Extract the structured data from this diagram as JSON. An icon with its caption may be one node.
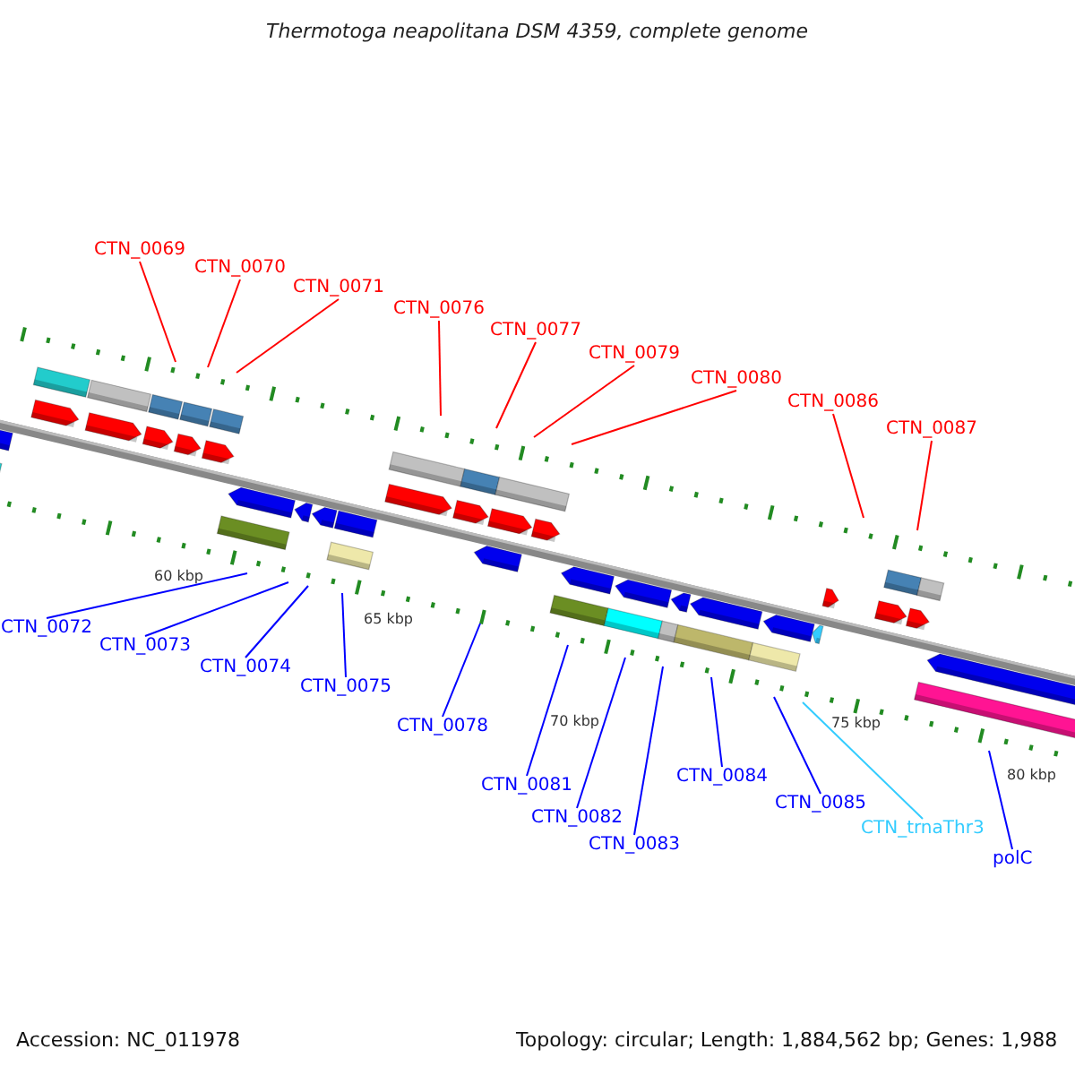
{
  "diagram": {
    "title": "Thermotoga neapolitana DSM 4359, complete genome",
    "nodes": [
      {
        "text": [
          "CTN_0069"
        ]
      },
      {
        "text": [
          "CTN_0070"
        ]
      },
      {
        "text": [
          "CTN_0071"
        ]
      },
      {
        "text": [
          "CTN_0076"
        ]
      },
      {
        "text": [
          "CTN_0077"
        ]
      },
      {
        "text": [
          "CTN_0079"
        ]
      },
      {
        "text": [
          "CTN_0080"
        ]
      },
      {
        "text": [
          "CTN_0086"
        ]
      },
      {
        "text": [
          "CTN_0087"
        ]
      },
      {
        "text": [
          "CTN_0072"
        ]
      },
      {
        "text": [
          "CTN_0073"
        ]
      },
      {
        "text": [
          "CTN_0074"
        ]
      },
      {
        "text": [
          "CTN_0075"
        ]
      },
      {
        "text": [
          "CTN_0078"
        ]
      },
      {
        "text": [
          "CTN_0081"
        ]
      },
      {
        "text": [
          "CTN_0082"
        ]
      },
      {
        "text": [
          "CTN_0083"
        ]
      },
      {
        "text": [
          "CTN_0084"
        ]
      },
      {
        "text": [
          "CTN_0085"
        ]
      },
      {
        "text": [
          "CTN_trnaThr3"
        ]
      },
      {
        "text": [
          "polC"
        ]
      }
    ],
    "edges": [
      {
        "from": 0,
        "to": null,
        "arrow": "none",
        "color": "#ff0000"
      },
      {
        "from": 1,
        "to": null,
        "arrow": "none",
        "color": "#ff0000"
      },
      {
        "from": 2,
        "to": null,
        "arrow": "none",
        "color": "#ff0000"
      },
      {
        "from": 3,
        "to": null,
        "arrow": "none",
        "color": "#ff0000"
      },
      {
        "from": 4,
        "to": null,
        "arrow": "none",
        "color": "#ff0000"
      },
      {
        "from": 5,
        "to": null,
        "arrow": "none",
        "color": "#ff0000"
      },
      {
        "from": 6,
        "to": null,
        "arrow": "none",
        "color": "#ff0000"
      },
      {
        "from": 7,
        "to": null,
        "arrow": "none",
        "color": "#ff0000"
      },
      {
        "from": 8,
        "to": null,
        "arrow": "none",
        "color": "#ff0000"
      },
      {
        "from": 9,
        "to": null,
        "arrow": "none"
      },
      {
        "from": 10,
        "to": null,
        "arrow": "none"
      },
      {
        "from": 11,
        "to": null,
        "arrow": "none"
      },
      {
        "from": 12,
        "to": null,
        "arrow": "none"
      },
      {
        "from": 13,
        "to": null,
        "arrow": "none"
      },
      {
        "from": 14,
        "to": null,
        "arrow": "none"
      },
      {
        "from": 15,
        "to": null,
        "arrow": "none"
      },
      {
        "from": 16,
        "to": null,
        "arrow": "none"
      },
      {
        "from": 17,
        "to": null,
        "arrow": "none"
      },
      {
        "from": 18,
        "to": null,
        "arrow": "none"
      },
      {
        "from": 19,
        "to": null,
        "arrow": "none",
        "color": "#33ccff"
      },
      {
        "from": 20,
        "to": null,
        "arrow": "none"
      }
    ],
    "labels": [
      "60 kbp",
      "65 kbp",
      "70 kbp",
      "75 kbp",
      "80 kbp",
      "Accession: NC_011978",
      "Topology: circular; Length: 1,884,562 bp; Genes: 1,988"
    ]
  }
}
